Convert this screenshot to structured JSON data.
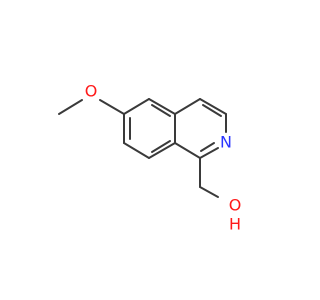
{
  "molecule": {
    "colors": {
      "bond": "#3a3a3a",
      "oxygen": "#ff1a1a",
      "nitrogen": "#2a35ff"
    },
    "atoms": {
      "methoxy_oxygen": "O",
      "ring_nitrogen": "N",
      "hydroxyl_oxygen": "O",
      "hydroxyl_hydrogen": "H"
    }
  }
}
